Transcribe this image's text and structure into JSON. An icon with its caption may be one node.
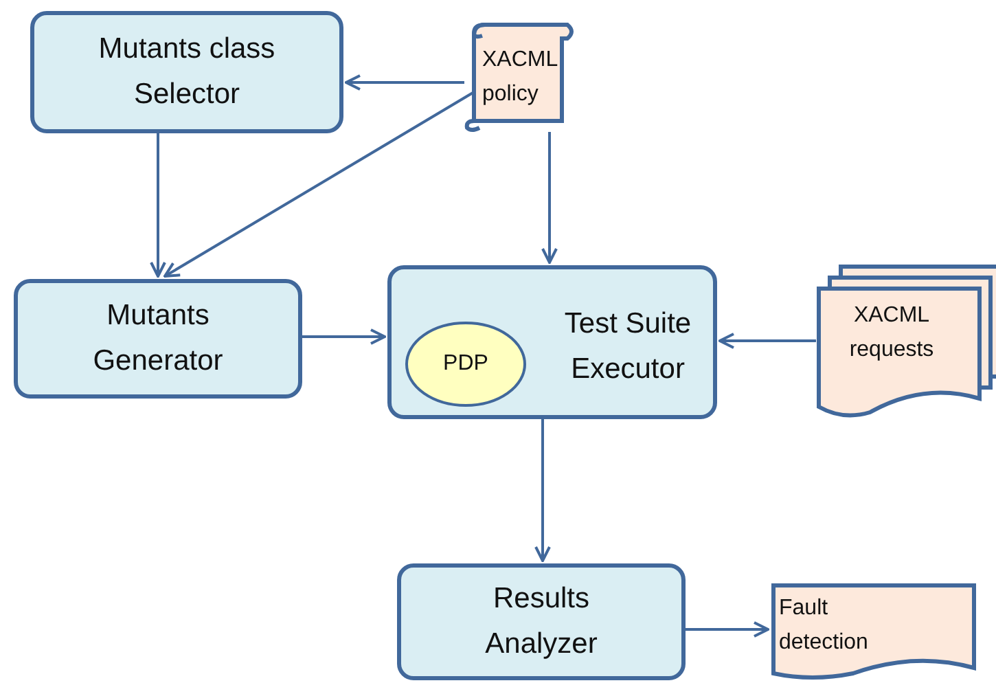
{
  "diagram": {
    "nodes": [
      {
        "text": [
          "Mutants class Selector"
        ]
      },
      {
        "text": [
          "XACML policy"
        ]
      },
      {
        "text": [
          "Mutants Generator"
        ]
      },
      {
        "text": [
          "Test Suite Executor"
        ]
      },
      {
        "text": [
          "PDP"
        ],
        "in": 3
      },
      {
        "text": [
          "XACML requests"
        ]
      },
      {
        "text": [
          "Results Analyzer"
        ]
      },
      {
        "text": [
          "Fault detection"
        ]
      }
    ],
    "edges": [
      {
        "from": 1,
        "to": 0,
        "arrow": "to"
      },
      {
        "from": 0,
        "to": 2,
        "arrow": "to"
      },
      {
        "from": 1,
        "to": 2,
        "arrow": "to"
      },
      {
        "from": 1,
        "to": 3,
        "arrow": "to"
      },
      {
        "from": 2,
        "to": 3,
        "arrow": "to"
      },
      {
        "from": 5,
        "to": 3,
        "arrow": "to"
      },
      {
        "from": 3,
        "to": 6,
        "arrow": "to"
      },
      {
        "from": 6,
        "to": 7,
        "arrow": "to"
      }
    ]
  }
}
